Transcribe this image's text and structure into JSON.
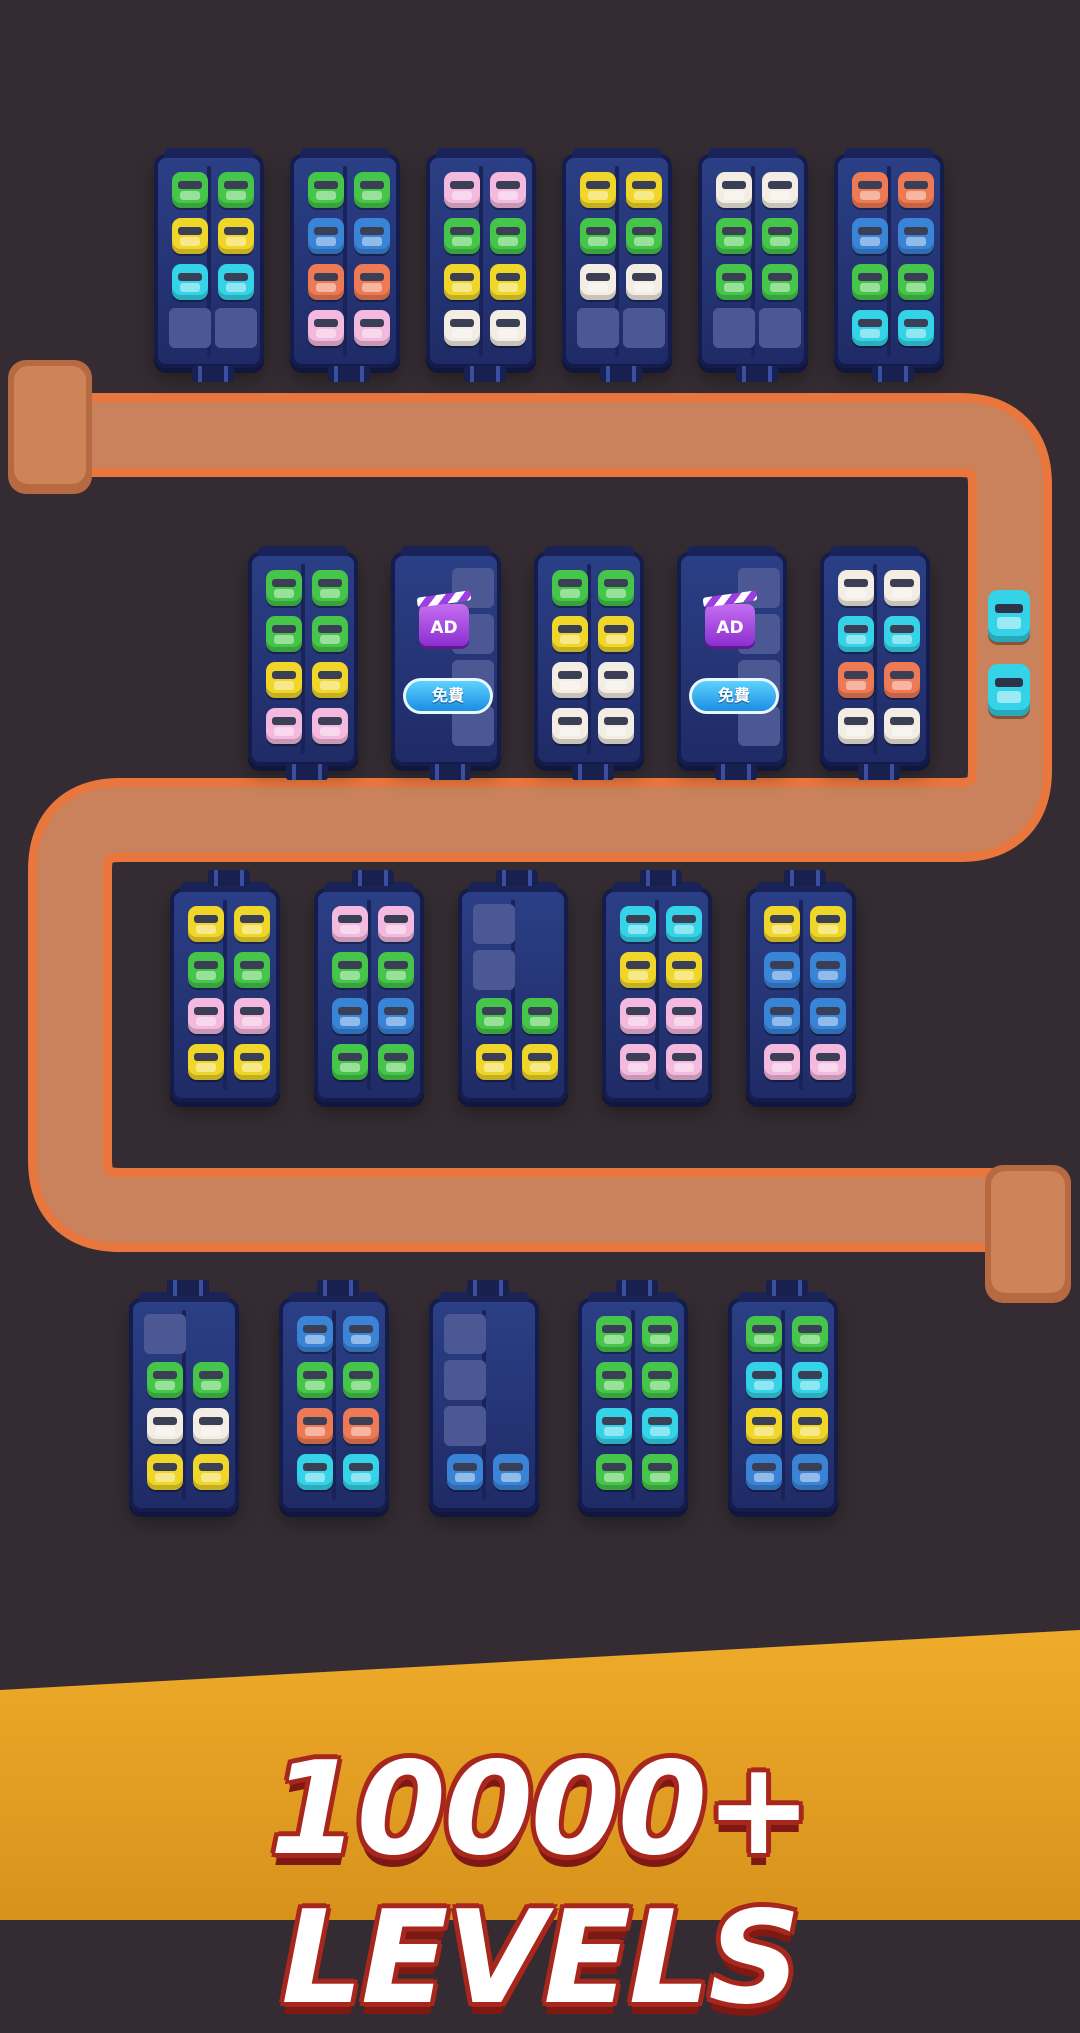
{
  "colors": {
    "green": "#45c64a",
    "yellow": "#f1d62a",
    "cyan": "#35d3e8",
    "blue": "#3a84d8",
    "salmon": "#ee7a55",
    "pink": "#f3b9df",
    "white": "#f3ede3",
    "conveyor": "#d6875c",
    "banner": "#efab2a",
    "title_outline": "#a8271d"
  },
  "banner": {
    "title": "10000+ LEVELS"
  },
  "ad_button_label": "免費",
  "ad_icon_text": "AD",
  "waiting_cars": [
    "cyan",
    "cyan"
  ],
  "rows": [
    {
      "gate": "bottom",
      "lots": [
        [
          "green",
          "green",
          "yellow",
          "yellow",
          "cyan",
          "cyan",
          "empty-left",
          "empty"
        ],
        [
          "green",
          "green",
          "blue",
          "blue",
          "salmon",
          "salmon",
          "pink",
          "pink"
        ],
        [
          "pink",
          "pink",
          "green",
          "green",
          "yellow",
          "yellow",
          "white",
          "white"
        ],
        [
          "yellow",
          "yellow",
          "green",
          "green",
          "white",
          "white",
          "empty-left",
          "empty"
        ],
        [
          "white",
          "white",
          "green",
          "green",
          "green",
          "green",
          "empty-left",
          "empty"
        ],
        [
          "salmon",
          "salmon",
          "blue",
          "blue",
          "green",
          "green",
          "cyan",
          "cyan"
        ]
      ]
    },
    {
      "gate": "bottom",
      "lots": [
        [
          "green",
          "green",
          "green",
          "green",
          "yellow",
          "yellow",
          "pink",
          "pink"
        ],
        "ad",
        [
          "green",
          "green",
          "yellow",
          "yellow",
          "white",
          "white",
          "white",
          "white"
        ],
        "ad",
        [
          "white",
          "white",
          "cyan",
          "cyan",
          "salmon",
          "salmon",
          "white",
          "white"
        ]
      ]
    },
    {
      "gate": "top",
      "lots": [
        [
          "yellow",
          "yellow",
          "green",
          "green",
          "pink",
          "pink",
          "yellow",
          "yellow"
        ],
        [
          "pink",
          "pink",
          "green",
          "green",
          "blue",
          "blue",
          "green",
          "green"
        ],
        [
          "empty",
          "empty-r",
          "empty",
          "empty-r",
          "green",
          "green",
          "yellow",
          "yellow"
        ],
        [
          "cyan",
          "cyan",
          "yellow",
          "yellow",
          "pink",
          "pink",
          "pink",
          "pink"
        ],
        [
          "yellow",
          "yellow",
          "blue",
          "blue",
          "blue",
          "blue",
          "pink",
          "pink"
        ]
      ]
    },
    {
      "gate": "top",
      "lots": [
        [
          "empty",
          "empty-r",
          "green",
          "green",
          "white",
          "white",
          "yellow",
          "yellow"
        ],
        [
          "blue",
          "blue",
          "green",
          "green",
          "salmon",
          "salmon",
          "cyan",
          "cyan"
        ],
        [
          "empty",
          "empty-r",
          "empty",
          "empty-r",
          "empty",
          "empty-r",
          "blue",
          "blue"
        ],
        [
          "green",
          "green",
          "green",
          "green",
          "cyan",
          "cyan",
          "green",
          "green"
        ],
        [
          "green",
          "green",
          "cyan",
          "cyan",
          "yellow",
          "yellow",
          "blue",
          "blue"
        ]
      ]
    }
  ]
}
